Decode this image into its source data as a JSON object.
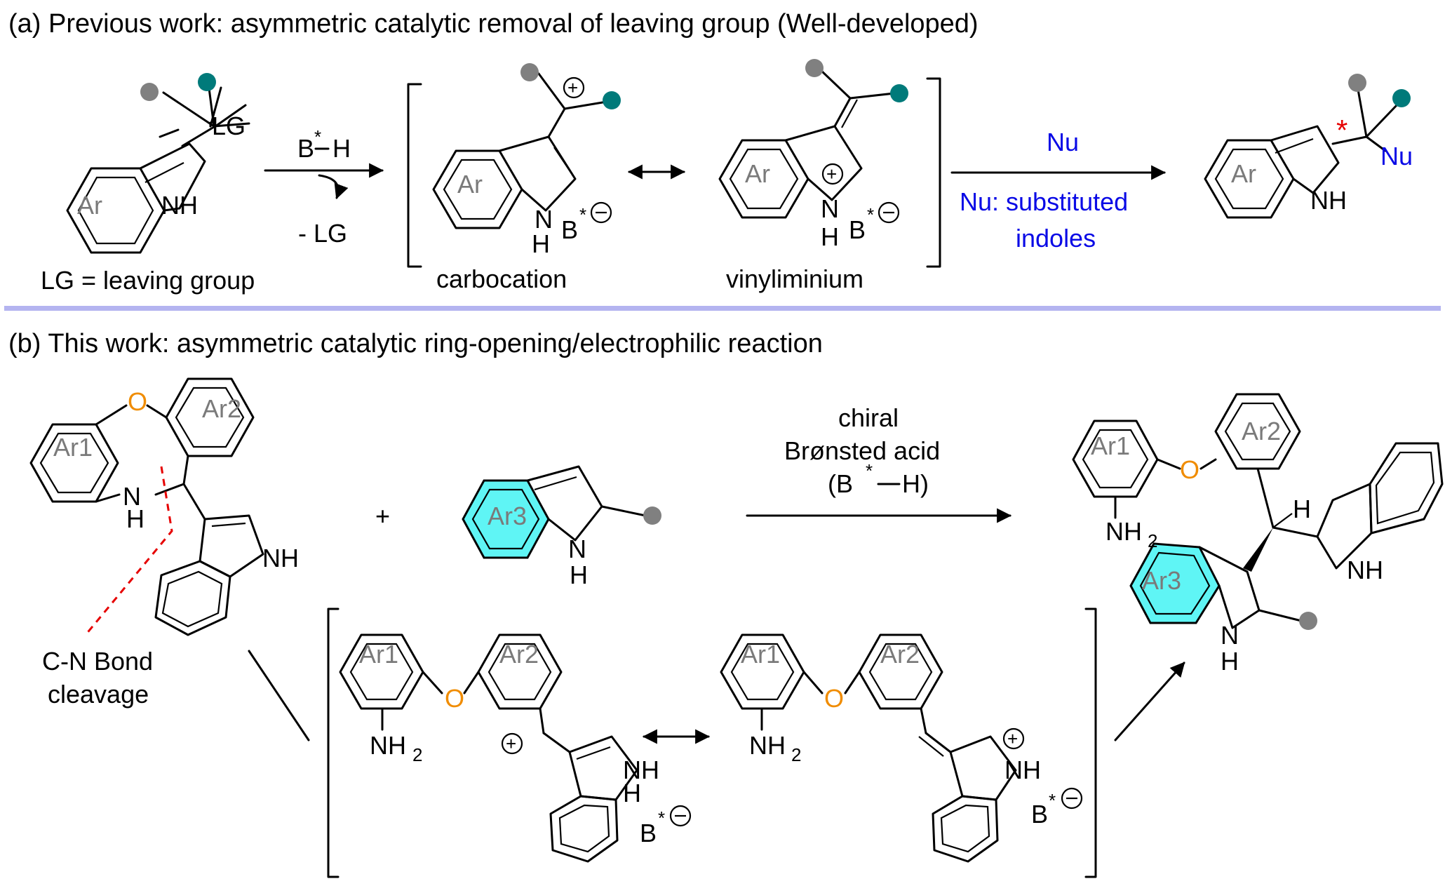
{
  "part_a": {
    "heading": "(a) Previous work: asymmetric catalytic removal of leaving group (Well-developed)",
    "start": {
      "ring": "Ar",
      "nh": "NH",
      "lg": "LG"
    },
    "lg_note": "LG =  leaving group",
    "reagent_top": "B",
    "reagent_star": "*",
    "reagent_h": "H",
    "loss": "- LG",
    "carbocation": {
      "ring": "Ar",
      "n": "N",
      "h": "H",
      "b": "B",
      "charge_star": "*",
      "label": "carbocation"
    },
    "vinyliminium": {
      "ring": "Ar",
      "n": "N",
      "h": "H",
      "b": "B",
      "charge_star": "*",
      "label": "vinyliminium"
    },
    "nu_top": "Nu",
    "nu_line1": "Nu: substituted",
    "nu_line2": "indoles",
    "product": {
      "ring": "Ar",
      "nh": "NH",
      "nu": "Nu",
      "star": "*"
    }
  },
  "part_b": {
    "heading": "(b) This work: asymmetric catalytic ring-opening/electrophilic reaction",
    "substrate": {
      "ar1": "Ar1",
      "ar2": "Ar2",
      "o": "O",
      "n": "N",
      "h_n": "H",
      "indole_nh": "NH"
    },
    "cleavage_line1": "C-N Bond",
    "cleavage_line2": "cleavage",
    "plus": "+",
    "indole2": {
      "ar3": "Ar3",
      "n": "N",
      "h": "H"
    },
    "cond1": "chiral",
    "cond2": "Brønsted acid",
    "cond3_open": "(B",
    "cond3_star": "*",
    "cond3_close": "H)",
    "product": {
      "ar1": "Ar1",
      "ar2": "Ar2",
      "ar3": "Ar3",
      "o": "O",
      "nh2": "NH",
      "sub2": "2",
      "h": "H",
      "nh_right": "NH",
      "n_low": "N",
      "h_low": "H"
    },
    "int1": {
      "ar1": "Ar1",
      "ar2": "Ar2",
      "o": "O",
      "nh2": "NH",
      "sub2": "2",
      "nh": "NH",
      "h": "H",
      "b": "B",
      "star": "*"
    },
    "int2": {
      "ar1": "Ar1",
      "ar2": "Ar2",
      "o": "O",
      "nh2": "NH",
      "sub2": "2",
      "nh": "NH",
      "b": "B",
      "star": "*"
    }
  },
  "colors": {
    "teal_dot": "#007a7a",
    "gray_dot": "#808080",
    "cyan_ring": "#5ff5f5",
    "gray_ring": "#e0e0e0",
    "divider": "#b4b4f0",
    "blue_text": "#0a0ae6",
    "orange_o": "#f08c00",
    "red_star": "#e60000",
    "red_dash": "#e60000"
  }
}
